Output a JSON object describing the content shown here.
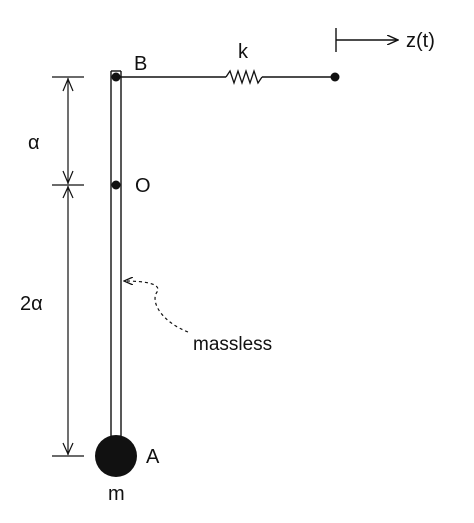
{
  "labels": {
    "point_b": "B",
    "point_o": "O",
    "point_a": "A",
    "mass": "m",
    "spring": "k",
    "displacement": "z(t)",
    "upper_length": "α",
    "lower_length": "2α",
    "rod_note": "massless"
  },
  "colors": {
    "ink": "#111111",
    "background": "#ffffff"
  },
  "icons": {
    "spring": "zigzag-spring-icon",
    "arrow": "arrow-right-icon"
  }
}
